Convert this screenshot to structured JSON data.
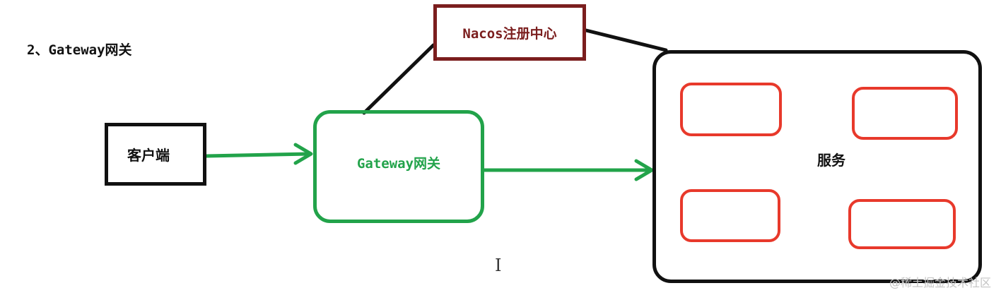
{
  "heading": "2、Gateway网关",
  "nodes": {
    "registry": {
      "label": "Nacos注册中心"
    },
    "client": {
      "label": "客户端"
    },
    "gateway": {
      "label": "Gateway网关"
    },
    "services": {
      "label": "服务",
      "instance_count": 4
    }
  },
  "connections": [
    {
      "from": "client",
      "to": "gateway",
      "style": "arrow",
      "color": "#22a34a"
    },
    {
      "from": "gateway",
      "to": "services",
      "style": "arrow",
      "color": "#22a34a"
    },
    {
      "from": "gateway",
      "to": "registry",
      "style": "line",
      "color": "#111111"
    },
    {
      "from": "registry",
      "to": "services",
      "style": "line",
      "color": "#111111"
    }
  ],
  "colors": {
    "registry": "#7b1e1e",
    "gateway": "#22a34a",
    "instance": "#e8392b",
    "outline": "#111111"
  },
  "watermark": "@稀土掘金技术社区"
}
